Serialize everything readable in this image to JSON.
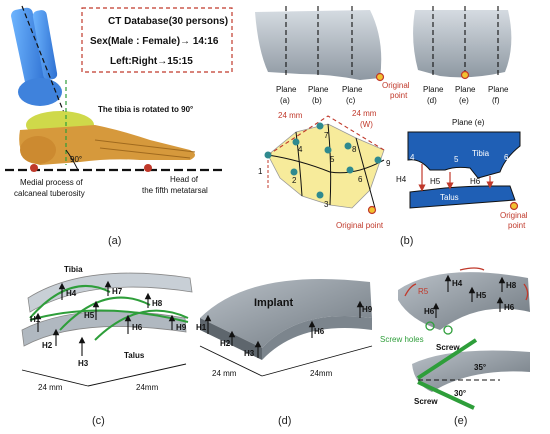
{
  "ct_box": {
    "line1": "CT Database(30 persons)",
    "line2": "Sex(Male : Female)→ 14:16",
    "line3": "Left:Right→15:15"
  },
  "panel_a": {
    "tibia_rotated": "The tibia is rotated to 90°",
    "angle": "90°",
    "medial_process": "Medial process of calcaneal tuberosity",
    "medial_process_l1": "Medial process of",
    "medial_process_l2": "calcaneal tuberosity",
    "head_fifth_l1": "Head of",
    "head_fifth_l2": "the fifth metatarsal",
    "caption": "(a)"
  },
  "panel_b": {
    "planes": [
      {
        "name": "Plane",
        "id": "(a)"
      },
      {
        "name": "Plane",
        "id": "(b)"
      },
      {
        "name": "Plane",
        "id": "(c)"
      },
      {
        "name": "Plane",
        "id": "(d)"
      },
      {
        "name": "Plane",
        "id": "(e)"
      },
      {
        "name": "Plane",
        "id": "(f)"
      }
    ],
    "original_point_l1": "Original",
    "original_point_l2": "point",
    "dim_24mm": "24 mm",
    "dim_24mm_w": "24 mm",
    "dim_w": "(W)",
    "points": [
      "1",
      "2",
      "3",
      "4",
      "5",
      "6",
      "7",
      "8",
      "9"
    ],
    "original_point_bottom": "Original point",
    "plane_e_title": "Plane (e)",
    "tibia": "Tibia",
    "talus": "Talus",
    "h_labels": [
      "H4",
      "H5",
      "H6"
    ],
    "sect_nums": [
      "4",
      "5",
      "6"
    ],
    "orig_right_l1": "Original",
    "orig_right_l2": "point",
    "caption": "(b)"
  },
  "panel_c": {
    "tibia": "Tibia",
    "talus": "Talus",
    "h": [
      "H1",
      "H2",
      "H3",
      "H4",
      "H5",
      "H6",
      "H7",
      "H8",
      "H9"
    ],
    "dim1": "24 mm",
    "dim2": "24mm",
    "caption": "(c)"
  },
  "panel_d": {
    "implant": "Implant",
    "h": [
      "H1",
      "H2",
      "H3",
      "H6",
      "H9"
    ],
    "dim1": "24 mm",
    "dim2": "24mm",
    "caption": "(d)"
  },
  "panel_e": {
    "r5": "R5",
    "h": [
      "H4",
      "H5",
      "H6",
      "H8",
      "H6"
    ],
    "screw_holes": "Screw holes",
    "screw": "Screw",
    "angle1": "35°",
    "angle2": "30°",
    "screw2": "Screw",
    "caption": "(e)"
  },
  "colors": {
    "red": "#c0392b",
    "blue_section": "#1f5fb5",
    "bone": "#f0c040",
    "foot": "#d9a045",
    "implant": "#aab3bb",
    "green_curve": "#2e9e3a"
  }
}
